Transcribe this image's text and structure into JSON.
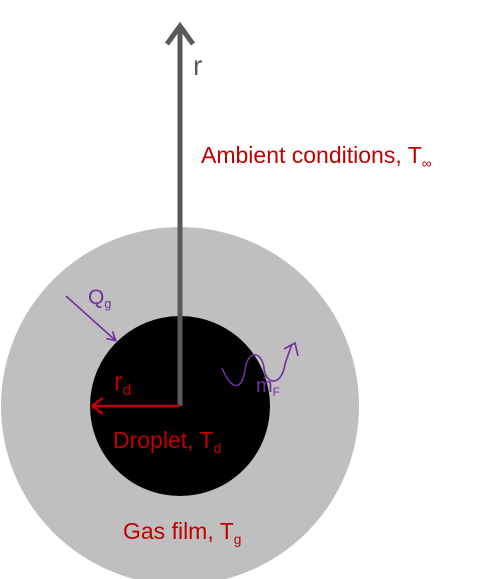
{
  "axis": {
    "label": "r"
  },
  "ambient": {
    "text": "Ambient conditions, T",
    "sub": "∞"
  },
  "heat": {
    "symbol": "Q",
    "sub": "g"
  },
  "mass": {
    "symbol": "ṁ",
    "sub": "F"
  },
  "radius": {
    "symbol": "r",
    "sub": "d"
  },
  "droplet": {
    "text": "Droplet, T",
    "sub": "d"
  },
  "gas": {
    "text": "Gas film, T",
    "sub": "g"
  },
  "colors": {
    "gas_film": "#bfbfbf",
    "droplet": "#000000",
    "axis": "#595959",
    "label_red": "#c00000",
    "arrow_purple": "#7030a0"
  }
}
